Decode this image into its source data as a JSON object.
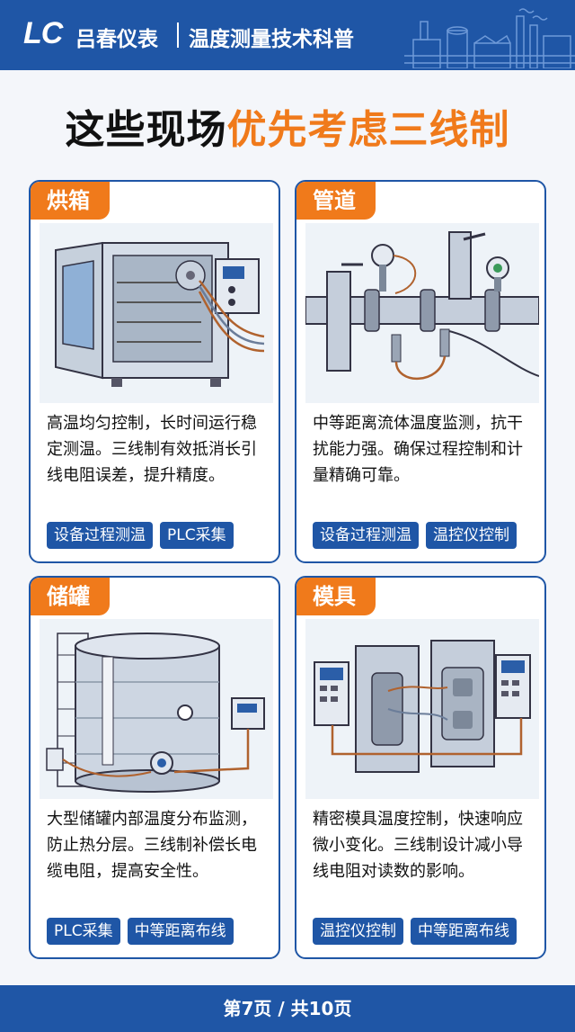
{
  "header": {
    "logo": "LC",
    "brand": "吕春仪表",
    "subtitle": "温度测量技术科普"
  },
  "title": {
    "part1": "这些现场",
    "part2": "优先考虑三线制"
  },
  "cards": [
    {
      "name": "烘箱",
      "description": "高温均匀控制，长时间运行稳定测温。三线制有效抵消长引线电阻误差，提升精度。",
      "tags": [
        "设备过程测温",
        "PLC采集"
      ]
    },
    {
      "name": "管道",
      "description": "中等距离流体温度监测，抗干扰能力强。确保过程控制和计量精确可靠。",
      "tags": [
        "设备过程测温",
        "温控仪控制"
      ]
    },
    {
      "name": "储罐",
      "description": "大型储罐内部温度分布监测，防止热分层。三线制补偿长电缆电阻，提高安全性。",
      "tags": [
        "PLC采集",
        "中等距离布线"
      ]
    },
    {
      "name": "模具",
      "description": "精密模具温度控制，快速响应微小变化。三线制设计减小导线电阻对读数的影响。",
      "tags": [
        "温控仪控制",
        "中等距离布线"
      ]
    }
  ],
  "footer": {
    "page": "第7页 / 共10页"
  },
  "colors": {
    "primary": "#1f56a6",
    "accent": "#f07a1b"
  }
}
